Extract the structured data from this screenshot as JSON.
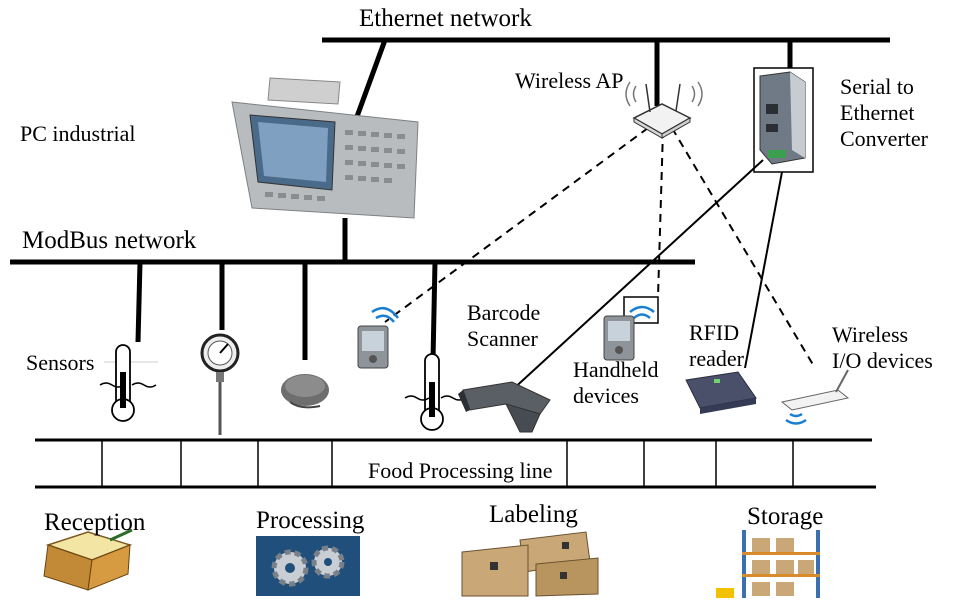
{
  "networks": {
    "ethernet": "Ethernet network",
    "modbus": "ModBus network"
  },
  "devices": {
    "pc_industrial": "PC industrial",
    "wireless_ap": "Wireless AP",
    "serial_converter": "Serial to\nEthernet\nConverter",
    "sensors": "Sensors",
    "barcode_scanner": "Barcode\nScanner",
    "handheld_devices": "Handheld\ndevices",
    "rfid_reader": "RFID\nreader",
    "wireless_io": "Wireless\nI/O devices"
  },
  "line": {
    "name": "Food Processing line",
    "stages": [
      "Reception",
      "Processing",
      "Labeling",
      "Storage"
    ]
  },
  "colors": {
    "wire": "#000000",
    "wifi": "#1a7fd1",
    "box": "#c9a777",
    "gear": "#1f4f7a"
  },
  "icons": [
    "thermometer-icon",
    "pressure-gauge-icon",
    "sensor-puck-icon",
    "pda-icon",
    "barcode-scanner-icon",
    "rfid-reader-icon",
    "wireless-io-icon",
    "book-icon",
    "gears-icon",
    "cardboard-box-icon",
    "warehouse-rack-icon",
    "router-icon",
    "converter-icon",
    "industrial-pc-icon"
  ]
}
